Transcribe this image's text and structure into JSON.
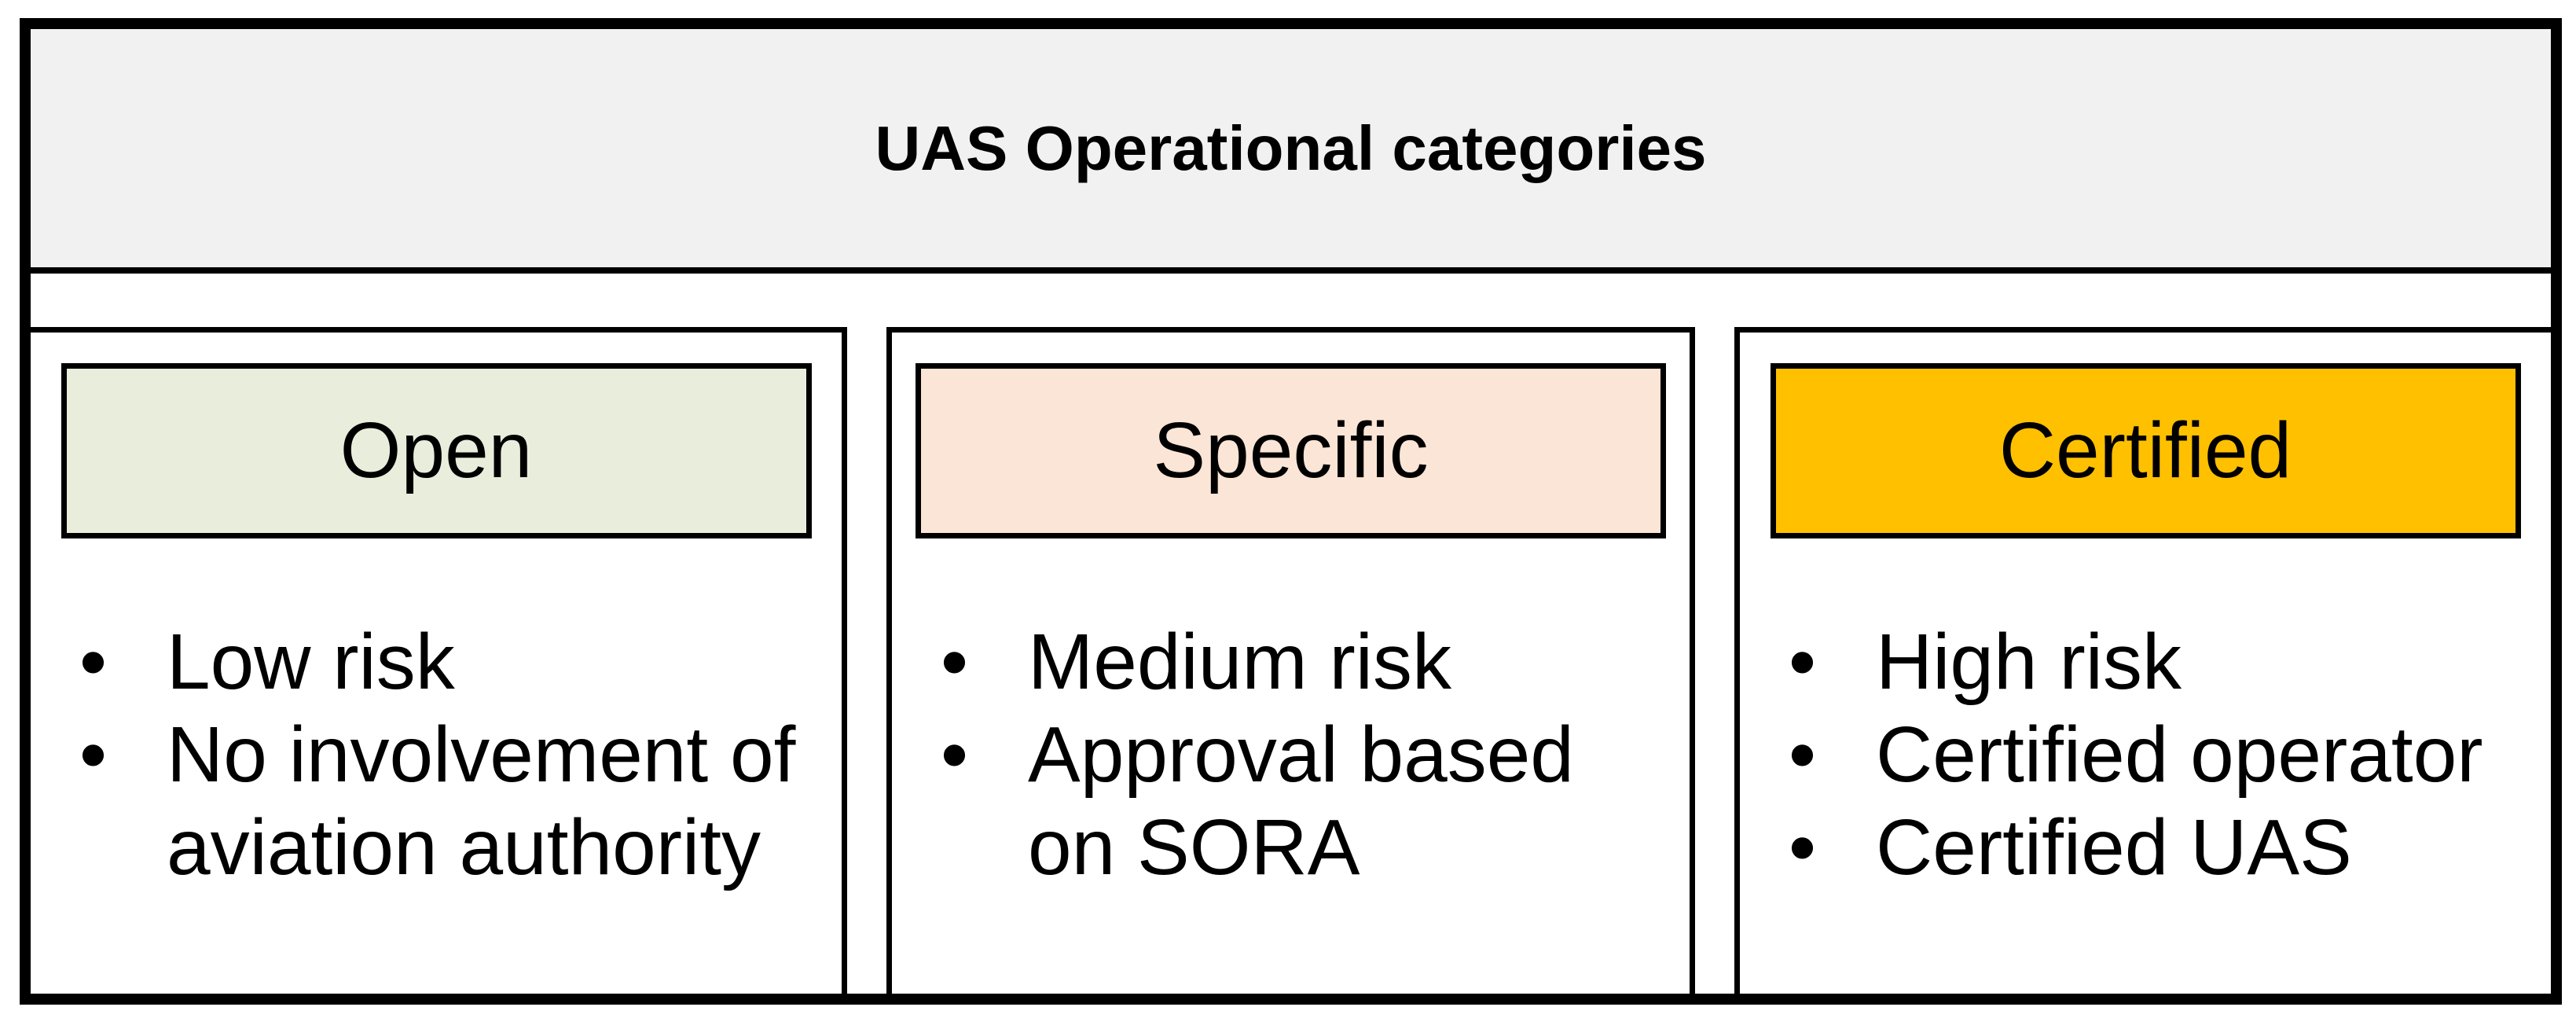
{
  "figure": {
    "title": "UAS Operational categories",
    "bullet_glyph": "•",
    "colors": {
      "title_band_fill": "#f1f1f1",
      "border": "#000000",
      "background": "#ffffff"
    },
    "columns": [
      {
        "header": {
          "label": "Open",
          "fill": "#e9eddc"
        },
        "bullets": [
          "Low risk",
          "No involvement of\naviation authority"
        ]
      },
      {
        "header": {
          "label": "Specific",
          "fill": "#fbe5d6"
        },
        "bullets": [
          "Medium risk",
          "Approval based\non SORA"
        ]
      },
      {
        "header": {
          "label": "Certified",
          "fill": "#ffc000"
        },
        "bullets": [
          "High risk",
          "Certified operator",
          "Certified UAS"
        ]
      }
    ]
  }
}
